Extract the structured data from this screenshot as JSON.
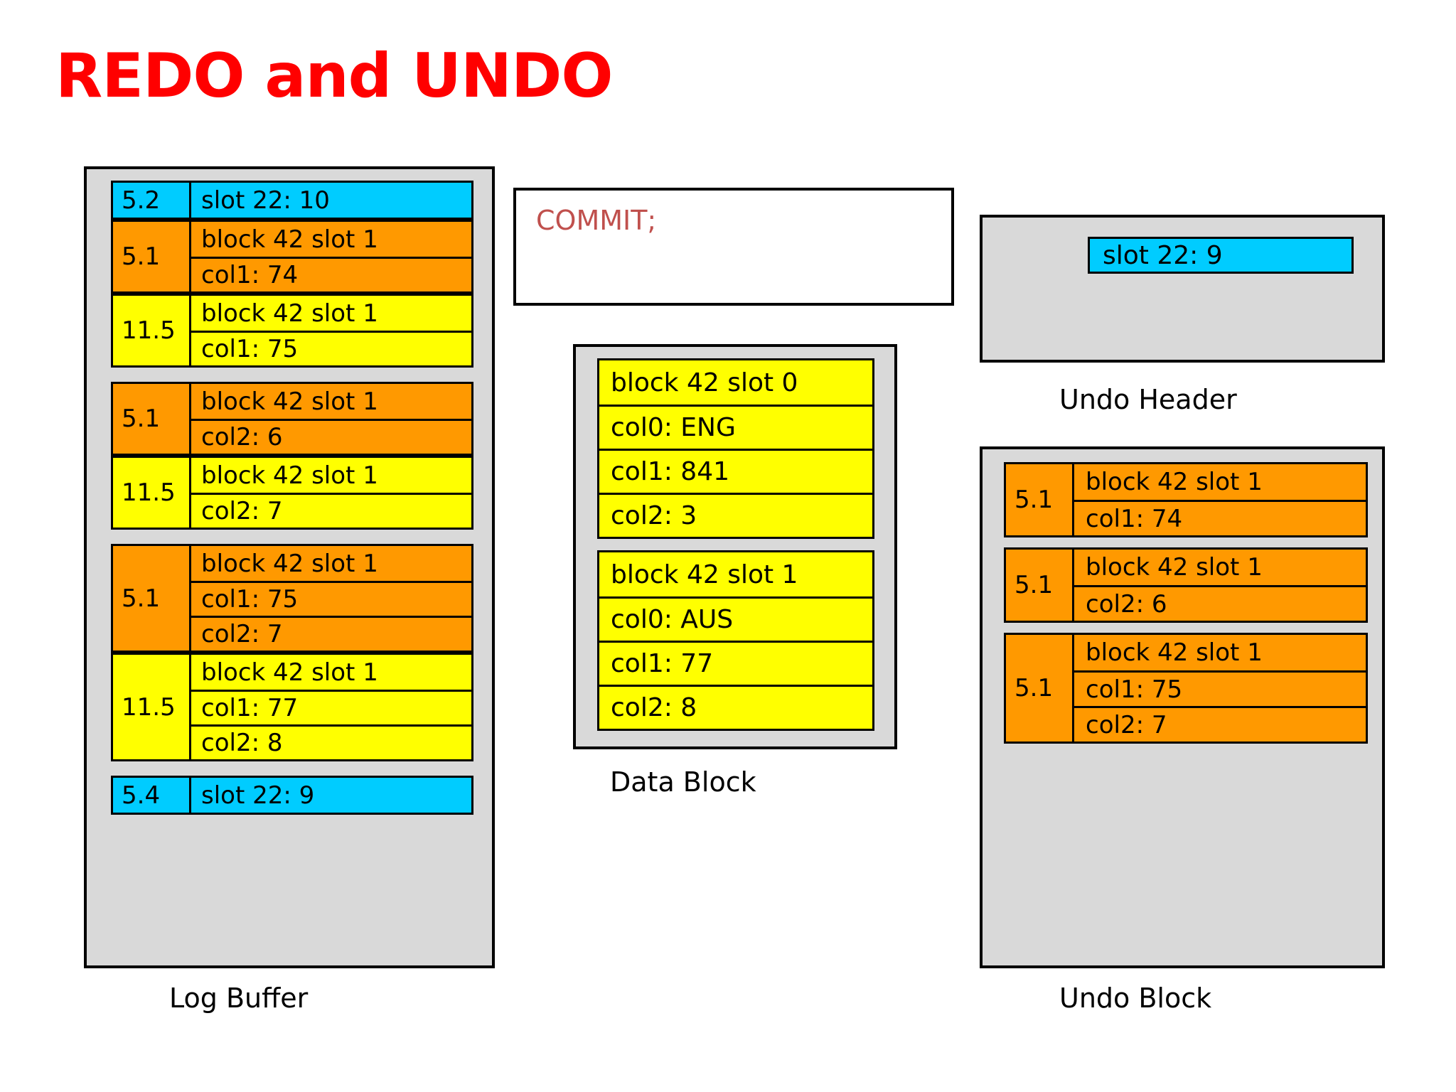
{
  "title": "REDO and UNDO",
  "colors": {
    "title": "#ff0000",
    "cyan": "#00ccff",
    "orange": "#ff9900",
    "yellow": "#ffff00",
    "panel_grey": "#d9d9d9",
    "commit_text": "#c0504d"
  },
  "log_buffer": {
    "caption": "Log Buffer",
    "groups": [
      {
        "scn": "5.2",
        "color": "cyan",
        "rows": [
          "slot 22: 10"
        ]
      },
      {
        "scn": "5.1",
        "color": "orange",
        "rows": [
          "block 42 slot 1",
          "col1: 74"
        ]
      },
      {
        "scn": "11.5",
        "color": "yellow",
        "rows": [
          "block 42 slot 1",
          "col1: 75"
        ]
      },
      {
        "scn": "5.1",
        "color": "orange",
        "rows": [
          "block 42 slot 1",
          "col2: 6"
        ]
      },
      {
        "scn": "11.5",
        "color": "yellow",
        "rows": [
          "block 42 slot 1",
          "col2: 7"
        ]
      },
      {
        "scn": "5.1",
        "color": "orange",
        "rows": [
          "block 42 slot 1",
          "col1: 75",
          "col2: 7"
        ]
      },
      {
        "scn": "11.5",
        "color": "yellow",
        "rows": [
          "block 42 slot 1",
          "col1: 77",
          "col2: 8"
        ]
      },
      {
        "scn": "5.4",
        "color": "cyan",
        "rows": [
          "slot 22: 9"
        ]
      }
    ]
  },
  "commit": {
    "statement": "COMMIT;"
  },
  "data_block": {
    "caption": "Data Block",
    "groups": [
      {
        "rows": [
          "block 42 slot 0",
          "col0: ENG",
          "col1: 841",
          "col2: 3"
        ]
      },
      {
        "rows": [
          "block 42 slot 1",
          "col0: AUS",
          "col1: 77",
          "col2: 8"
        ]
      }
    ]
  },
  "undo_header": {
    "caption": "Undo Header",
    "slot": "slot 22: 9"
  },
  "undo_block": {
    "caption": "Undo Block",
    "groups": [
      {
        "scn": "5.1",
        "rows": [
          "block 42 slot 1",
          "col1: 74"
        ]
      },
      {
        "scn": "5.1",
        "rows": [
          "block 42 slot 1",
          "col2: 6"
        ]
      },
      {
        "scn": "5.1",
        "rows": [
          "block 42 slot 1",
          "col1: 75",
          "col2: 7"
        ]
      }
    ]
  }
}
